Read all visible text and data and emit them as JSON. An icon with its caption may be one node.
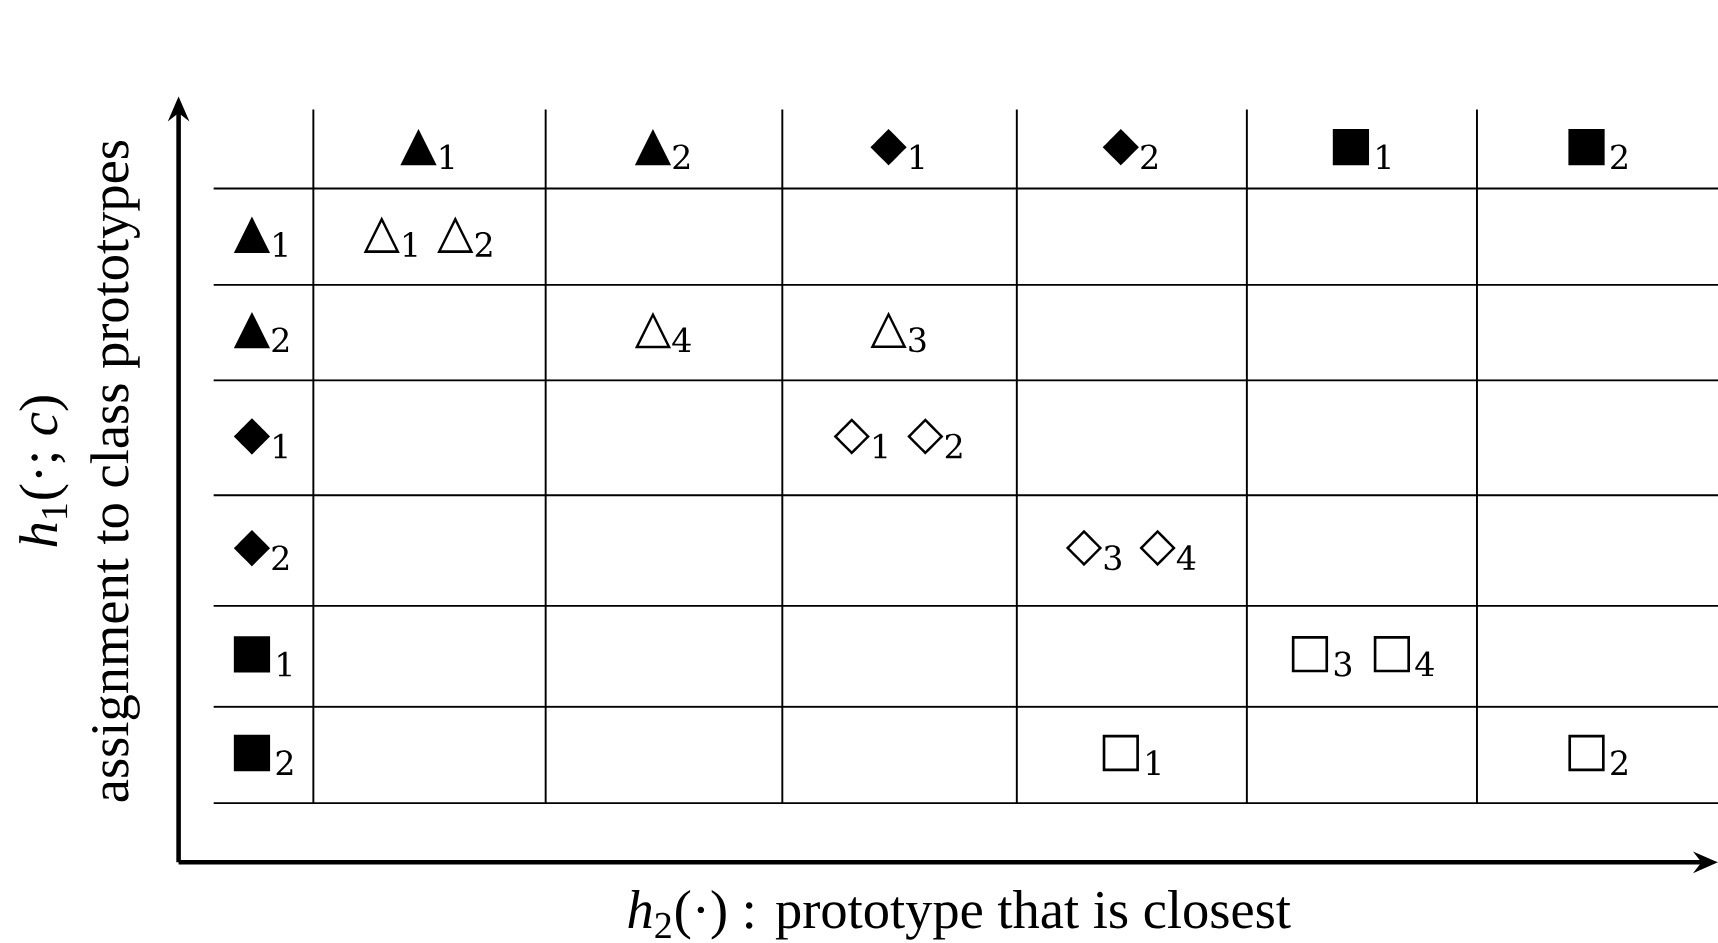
{
  "diagram": {
    "labels": [
      "▲$_{1}$",
      "▲$_{2}$",
      "◆$_{1}$",
      "◆$_{2}$",
      "■$_{1}$",
      "■$_{2}$",
      "▲$_{1}$",
      "△$_{1}$ △$_{2}$",
      "▲$_{2}$",
      "△$_{4}$",
      "△$_{3}$",
      "◆$_{1}$",
      "◇$_{1}$ ◇$_{2}$",
      "◆$_{2}$",
      "◇$_{3}$ ◇$_{4}$",
      "■$_{1}$",
      "□$_{3}$ □$_{4}$",
      "■$_{2}$",
      "□$_{1}$",
      "□$_{2}$",
      "*h*$_{1}$(·; *c*)",
      "assignment to class prototypes",
      "*h*$_{2}$(·) : prototype that is closest"
    ]
  }
}
